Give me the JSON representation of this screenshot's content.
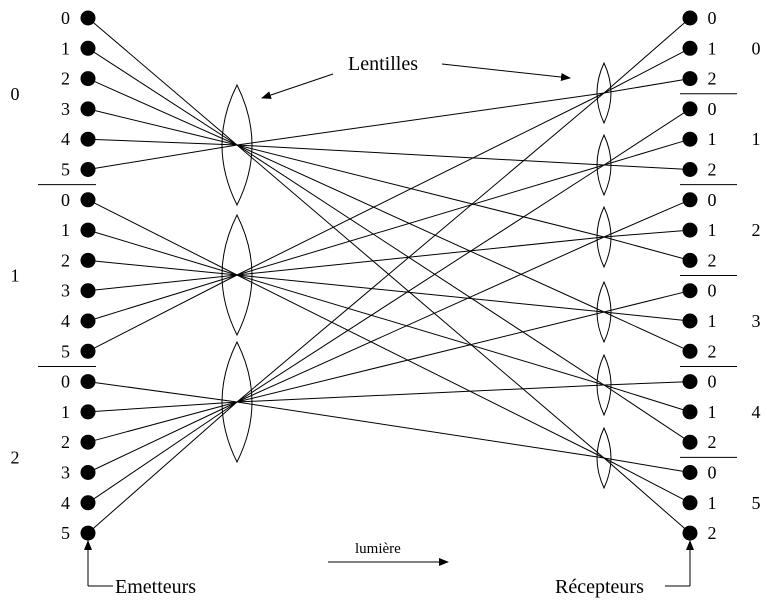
{
  "labels": {
    "lenses": "Lentilles",
    "light": "lumière",
    "emitters": "Emetteurs",
    "receivers": "Récepteurs"
  },
  "emitters": {
    "groups": [
      "0",
      "1",
      "2"
    ],
    "items": [
      "0",
      "1",
      "2",
      "3",
      "4",
      "5"
    ]
  },
  "receivers": {
    "groups": [
      "0",
      "1",
      "2",
      "3",
      "4",
      "5"
    ],
    "items": [
      "0",
      "1",
      "2"
    ]
  },
  "connections": [
    {
      "emitter_group": "0",
      "emitter": "0",
      "receiver_group": "5",
      "receiver": "0"
    },
    {
      "emitter_group": "0",
      "emitter": "1",
      "receiver_group": "4",
      "receiver": "2"
    },
    {
      "emitter_group": "0",
      "emitter": "2",
      "receiver_group": "3",
      "receiver": "2"
    },
    {
      "emitter_group": "0",
      "emitter": "3",
      "receiver_group": "2",
      "receiver": "2"
    },
    {
      "emitter_group": "0",
      "emitter": "4",
      "receiver_group": "1",
      "receiver": "2"
    },
    {
      "emitter_group": "0",
      "emitter": "5",
      "receiver_group": "0",
      "receiver": "2"
    },
    {
      "emitter_group": "1",
      "emitter": "0",
      "receiver_group": "5",
      "receiver": "1"
    },
    {
      "emitter_group": "1",
      "emitter": "1",
      "receiver_group": "4",
      "receiver": "1"
    },
    {
      "emitter_group": "1",
      "emitter": "2",
      "receiver_group": "3",
      "receiver": "1"
    },
    {
      "emitter_group": "1",
      "emitter": "3",
      "receiver_group": "2",
      "receiver": "1"
    },
    {
      "emitter_group": "1",
      "emitter": "4",
      "receiver_group": "1",
      "receiver": "1"
    },
    {
      "emitter_group": "1",
      "emitter": "5",
      "receiver_group": "0",
      "receiver": "1"
    },
    {
      "emitter_group": "2",
      "emitter": "0",
      "receiver_group": "5",
      "receiver": "2"
    },
    {
      "emitter_group": "2",
      "emitter": "1",
      "receiver_group": "4",
      "receiver": "0"
    },
    {
      "emitter_group": "2",
      "emitter": "2",
      "receiver_group": "3",
      "receiver": "0"
    },
    {
      "emitter_group": "2",
      "emitter": "3",
      "receiver_group": "2",
      "receiver": "0"
    },
    {
      "emitter_group": "2",
      "emitter": "4",
      "receiver_group": "1",
      "receiver": "0"
    },
    {
      "emitter_group": "2",
      "emitter": "5",
      "receiver_group": "0",
      "receiver": "0"
    }
  ]
}
